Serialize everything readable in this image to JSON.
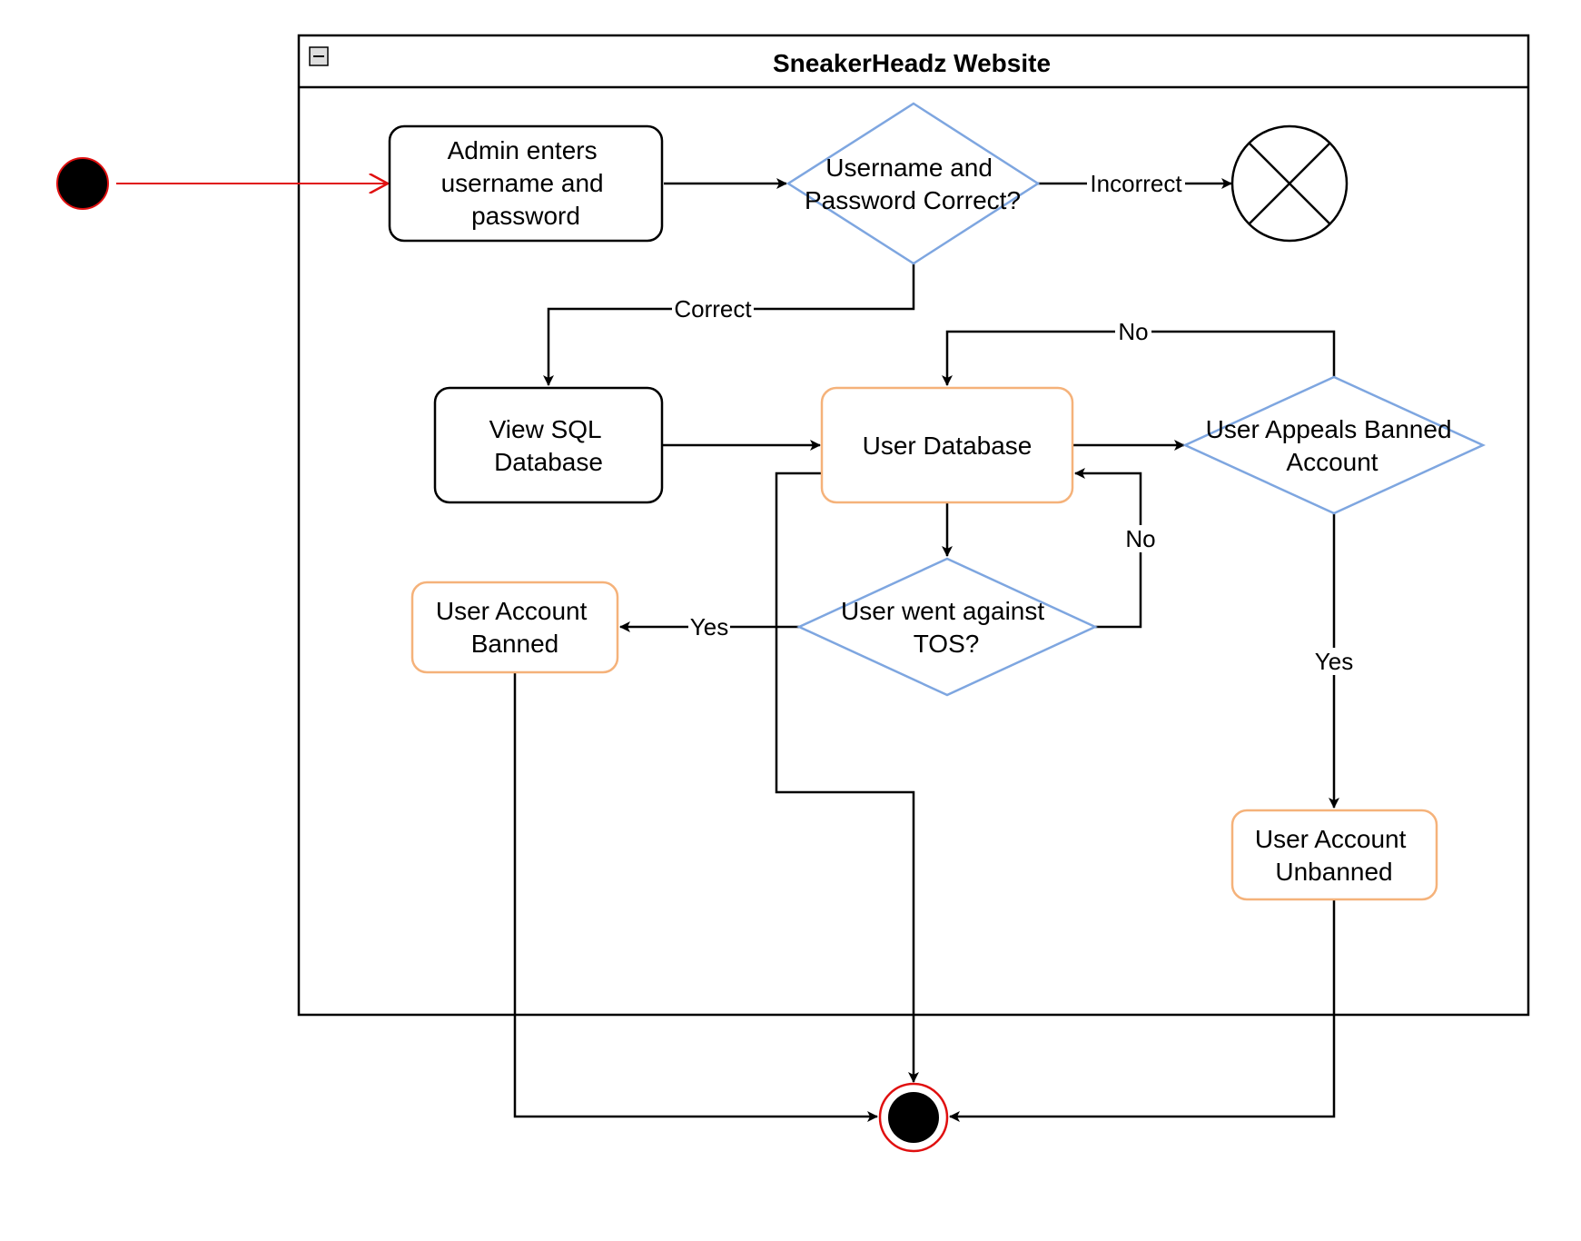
{
  "frame": {
    "title": "SneakerHeadz Website"
  },
  "nodes": {
    "admin_login": {
      "lines": [
        "Admin enters",
        "username and",
        "password"
      ]
    },
    "credentials_check": {
      "lines": [
        "Username and",
        "Password Correct?"
      ]
    },
    "view_sql": {
      "lines": [
        "View SQL",
        "Database"
      ]
    },
    "user_database": {
      "lines": [
        "User Database"
      ]
    },
    "appeal_check": {
      "lines": [
        "User Appeals Banned",
        "Account"
      ]
    },
    "tos_check": {
      "lines": [
        "User went against",
        "TOS?"
      ]
    },
    "account_banned": {
      "lines": [
        "User Account",
        "Banned"
      ]
    },
    "account_unbanned": {
      "lines": [
        "User Account",
        "Unbanned"
      ]
    }
  },
  "edges": {
    "incorrect": "Incorrect",
    "correct": "Correct",
    "appeal_no": "No",
    "tos_no": "No",
    "tos_yes": "Yes",
    "appeal_yes": "Yes"
  },
  "colors": {
    "action_stroke": "#000000",
    "orange_stroke": "#f5b27a",
    "decision_stroke": "#7ea6e0",
    "start_stroke": "#e01010",
    "ink": "#000000"
  }
}
